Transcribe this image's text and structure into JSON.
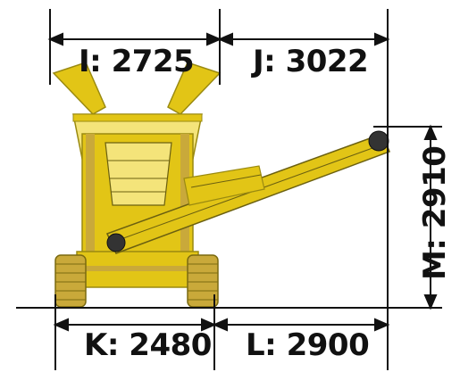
{
  "diagram": {
    "subject": "mobile screener machine side view",
    "colors": {
      "machine_body": "#e2c516",
      "machine_shadow": "#9a8a10",
      "machine_light": "#f4e47a",
      "track": "#c9a93a",
      "line": "#111111"
    },
    "dimensions": [
      {
        "id": "I",
        "text": "I: 2725",
        "value": 2725
      },
      {
        "id": "J",
        "text": "J: 3022",
        "value": 3022
      },
      {
        "id": "K",
        "text": "K: 2480",
        "value": 2480
      },
      {
        "id": "L",
        "text": "L: 2900",
        "value": 2900
      },
      {
        "id": "M",
        "text": "M: 2910",
        "value": 2910
      }
    ]
  }
}
